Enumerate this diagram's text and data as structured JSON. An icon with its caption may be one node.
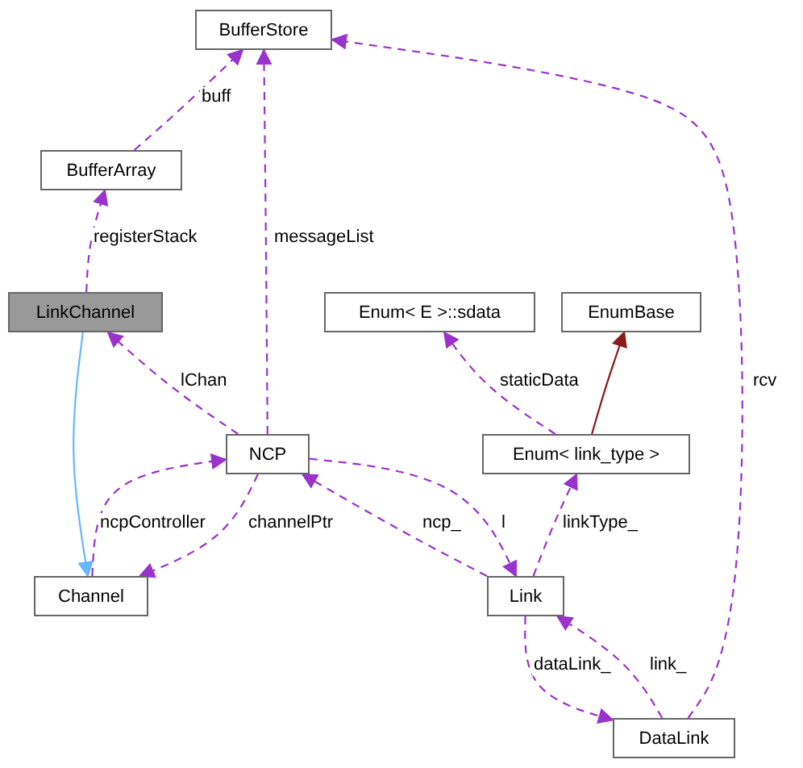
{
  "diagram": {
    "nodes": [
      {
        "text": [
          "BufferStore"
        ]
      },
      {
        "text": [
          "BufferArray"
        ]
      },
      {
        "text": [
          "LinkChannel"
        ]
      },
      {
        "text": [
          "Enum< E >::sdata"
        ]
      },
      {
        "text": [
          "EnumBase"
        ]
      },
      {
        "text": [
          "NCP"
        ]
      },
      {
        "text": [
          "Enum< link_type >"
        ]
      },
      {
        "text": [
          "Channel"
        ]
      },
      {
        "text": [
          "Link"
        ]
      },
      {
        "text": [
          "DataLink"
        ]
      }
    ],
    "edges": [
      {
        "from": 1,
        "to": 0,
        "arrow": "to",
        "label": "buff",
        "style": "dashed"
      },
      {
        "from": 2,
        "to": 1,
        "arrow": "to",
        "label": "registerStack",
        "style": "dashed"
      },
      {
        "from": 5,
        "to": 0,
        "arrow": "to",
        "label": "messageList",
        "style": "dashed"
      },
      {
        "from": 9,
        "to": 0,
        "arrow": "to",
        "label": "rcv",
        "style": "dashed"
      },
      {
        "from": 5,
        "to": 2,
        "arrow": "to",
        "label": "lChan",
        "style": "dashed"
      },
      {
        "from": 7,
        "to": 5,
        "arrow": "to",
        "label": "ncpController",
        "style": "dashed"
      },
      {
        "from": 5,
        "to": 7,
        "arrow": "to",
        "label": "channelPtr",
        "style": "dashed"
      },
      {
        "from": 8,
        "to": 5,
        "arrow": "to",
        "label": "ncp_",
        "style": "dashed"
      },
      {
        "from": 5,
        "to": 8,
        "arrow": "to",
        "label": "l",
        "style": "dashed"
      },
      {
        "from": 6,
        "to": 3,
        "arrow": "to",
        "label": "staticData",
        "style": "dashed"
      },
      {
        "from": 6,
        "to": 4,
        "arrow": "to",
        "color": "#8b1a1a"
      },
      {
        "from": 8,
        "to": 6,
        "arrow": "to",
        "label": "linkType_",
        "style": "dashed"
      },
      {
        "from": 8,
        "to": 9,
        "arrow": "to",
        "label": "dataLink_",
        "style": "dashed"
      },
      {
        "from": 9,
        "to": 8,
        "arrow": "to",
        "label": "link_",
        "style": "dashed"
      },
      {
        "from": 2,
        "to": 7,
        "arrow": "to",
        "color": "#63b8ff"
      }
    ]
  }
}
